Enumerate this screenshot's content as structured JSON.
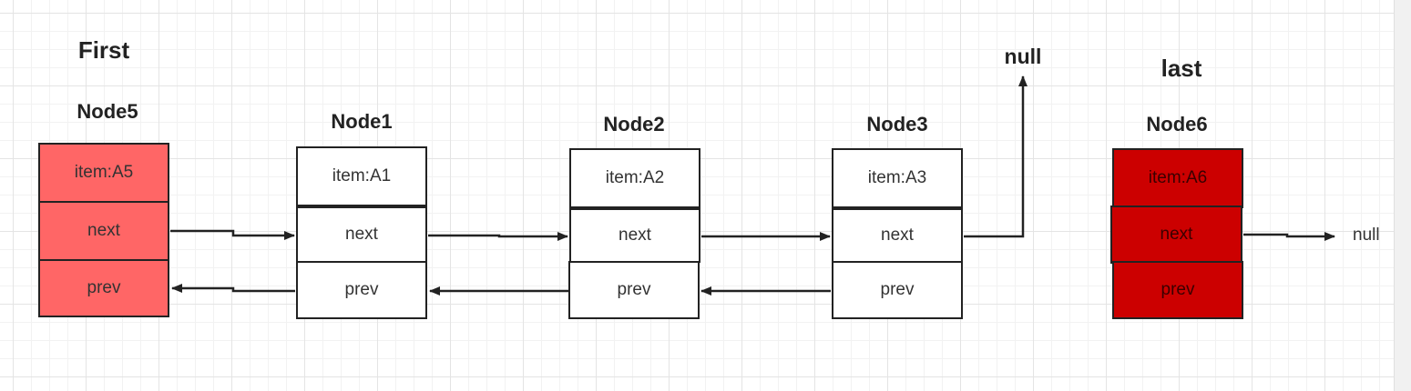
{
  "labels": {
    "first": "First",
    "last": "last",
    "top_null": "null",
    "right_null": "null"
  },
  "nodes": [
    {
      "name": "Node5",
      "item": "item:A5",
      "next": "next",
      "prev": "prev"
    },
    {
      "name": "Node1",
      "item": "item:A1",
      "next": "next",
      "prev": "prev"
    },
    {
      "name": "Node2",
      "item": "item:A2",
      "next": "next",
      "prev": "prev"
    },
    {
      "name": "Node3",
      "item": "item:A3",
      "next": "next",
      "prev": "prev"
    },
    {
      "name": "Node6",
      "item": "item:A6",
      "next": "next",
      "prev": "prev"
    }
  ],
  "colors": {
    "first_node_fill": "#ff6666",
    "last_node_fill": "#cc0000",
    "node_fill": "#ffffff",
    "stroke": "#222222"
  }
}
